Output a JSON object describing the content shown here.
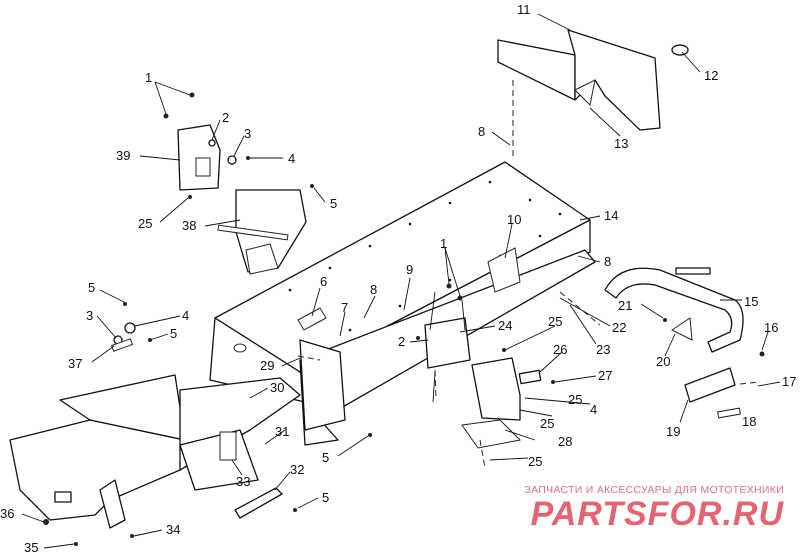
{
  "callouts": [
    {
      "id": "c1a",
      "text": "1"
    },
    {
      "id": "c2a",
      "text": "2"
    },
    {
      "id": "c3a",
      "text": "3"
    },
    {
      "id": "c4a",
      "text": "4"
    },
    {
      "id": "c39",
      "text": "39"
    },
    {
      "id": "c25a",
      "text": "25"
    },
    {
      "id": "c38",
      "text": "38"
    },
    {
      "id": "c5a",
      "text": "5"
    },
    {
      "id": "c11",
      "text": "11"
    },
    {
      "id": "c12",
      "text": "12"
    },
    {
      "id": "c13",
      "text": "13"
    },
    {
      "id": "c8a",
      "text": "8"
    },
    {
      "id": "c14",
      "text": "14"
    },
    {
      "id": "c10",
      "text": "10"
    },
    {
      "id": "c8b",
      "text": "8"
    },
    {
      "id": "c1b",
      "text": "1"
    },
    {
      "id": "c9",
      "text": "9"
    },
    {
      "id": "c8c",
      "text": "8"
    },
    {
      "id": "c6",
      "text": "6"
    },
    {
      "id": "c7",
      "text": "7"
    },
    {
      "id": "c24",
      "text": "24"
    },
    {
      "id": "c2b",
      "text": "2"
    },
    {
      "id": "c22",
      "text": "22"
    },
    {
      "id": "c23",
      "text": "23"
    },
    {
      "id": "c25b",
      "text": "25"
    },
    {
      "id": "c26",
      "text": "26"
    },
    {
      "id": "c27",
      "text": "27"
    },
    {
      "id": "c25c",
      "text": "25"
    },
    {
      "id": "c4b",
      "text": "4"
    },
    {
      "id": "c25d",
      "text": "25"
    },
    {
      "id": "c28",
      "text": "28"
    },
    {
      "id": "c25e",
      "text": "25"
    },
    {
      "id": "c15",
      "text": "15"
    },
    {
      "id": "c21",
      "text": "21"
    },
    {
      "id": "c16",
      "text": "16"
    },
    {
      "id": "c20",
      "text": "20"
    },
    {
      "id": "c17",
      "text": "17"
    },
    {
      "id": "c18",
      "text": "18"
    },
    {
      "id": "c19",
      "text": "19"
    },
    {
      "id": "c5b",
      "text": "5"
    },
    {
      "id": "c3b",
      "text": "3"
    },
    {
      "id": "c4c",
      "text": "4"
    },
    {
      "id": "c5c",
      "text": "5"
    },
    {
      "id": "c37",
      "text": "37"
    },
    {
      "id": "c29",
      "text": "29"
    },
    {
      "id": "c30",
      "text": "30"
    },
    {
      "id": "c31",
      "text": "31"
    },
    {
      "id": "c32",
      "text": "32"
    },
    {
      "id": "c33",
      "text": "33"
    },
    {
      "id": "c5d",
      "text": "5"
    },
    {
      "id": "c5e",
      "text": "5"
    },
    {
      "id": "c36",
      "text": "36"
    },
    {
      "id": "c34",
      "text": "34"
    },
    {
      "id": "c35",
      "text": "35"
    }
  ],
  "watermark": {
    "caption": "ЗАПЧАСТИ И АКСЕССУАРЫ ДЛЯ МОТОТЕХНИКИ",
    "logo": "PARTSFOR.RU"
  }
}
